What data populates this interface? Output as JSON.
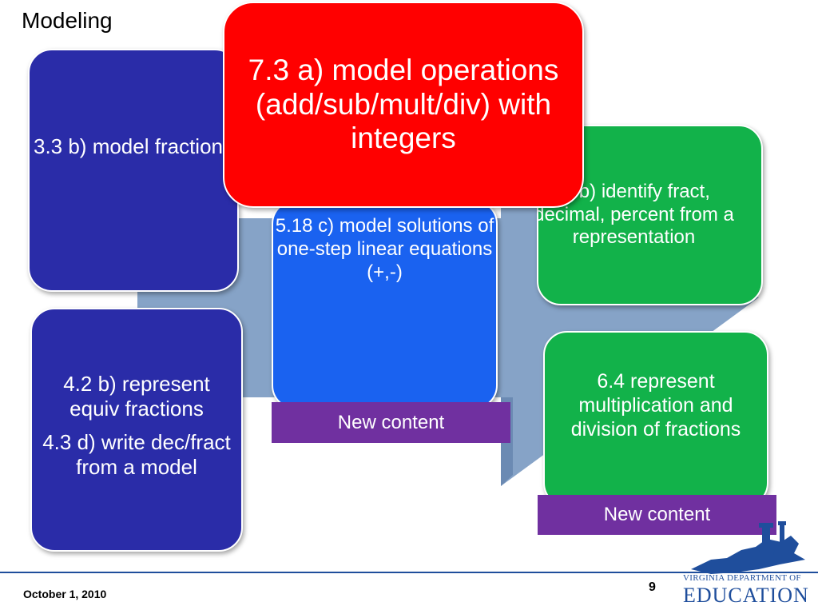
{
  "slide": {
    "title": "Modeling",
    "boxes": {
      "b1": "3.3 b) model fractions",
      "b2_p1": "4.2 b) represent equiv fractions",
      "b2_p2": "4.3 d) write dec/fract from a model",
      "b3": "5.18 c) model solutions of one-step linear equations (+,-)",
      "b4": ".2 b) identify fract, decimal, percent from a representation",
      "b5": "6.4 represent multiplication and division of fractions",
      "b6": "7.3 a) model operations (add/sub/mult/div) with integers"
    },
    "tags": {
      "tag1": "New content",
      "tag2": "New content"
    }
  },
  "footer": {
    "date": "October 1, 2010",
    "page": "9",
    "logo_line1": "VIRGINIA DEPARTMENT OF",
    "logo_line2": "EDUCATION"
  },
  "colors": {
    "navy": "#2a2ca8",
    "blue": "#1a62f0",
    "green": "#12b24a",
    "red": "#ff0000",
    "purple": "#7030a0",
    "arrow": "#7f9ec4",
    "footer_rule": "#1f4e9c"
  }
}
